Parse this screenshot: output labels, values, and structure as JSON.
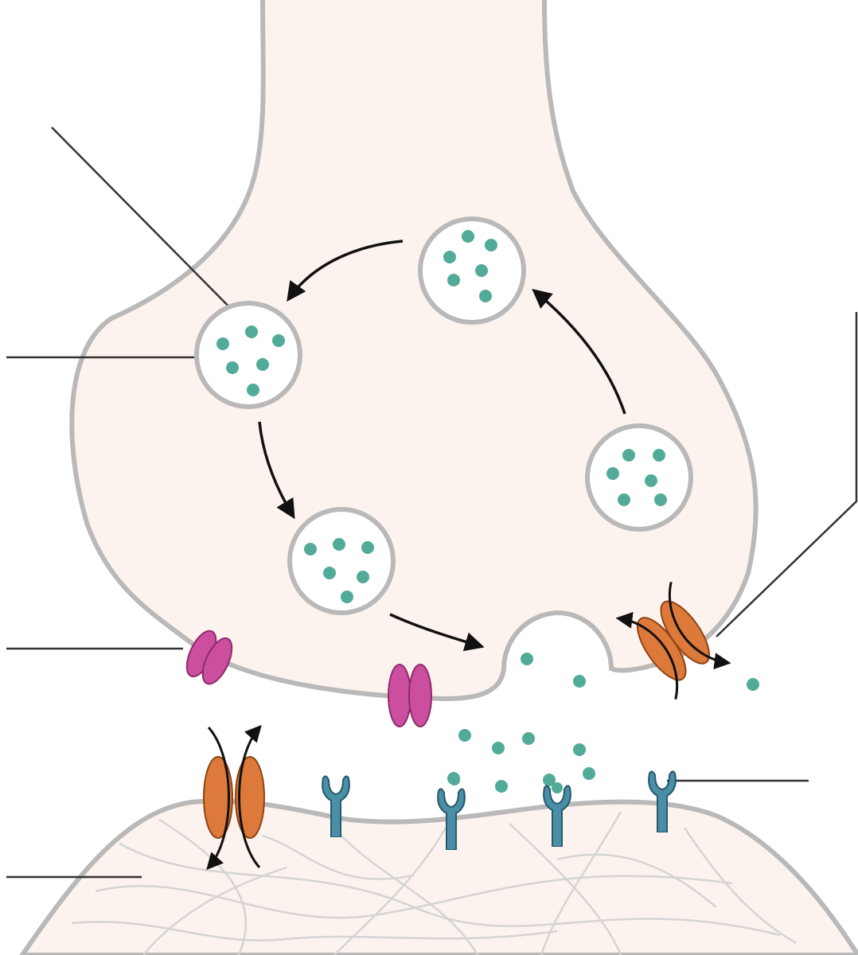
{
  "diagram": {
    "type": "synapse-unlabeled",
    "labels": [],
    "colors": {
      "background": "#ffffff",
      "cytoplasm": "#fdf3ee",
      "membrane": "#b9b9b9",
      "vesicle_fill": "#ffffff",
      "neurotransmitter": "#52ab99",
      "calcium_channel": "#cc4e9f",
      "calcium_channel_edge": "#8c2c6c",
      "ion_channel": "#dd7a3b",
      "ion_channel_edge": "#8d4414",
      "receptor": "#4b8fa6",
      "receptor_edge": "#26596b",
      "arrow": "#111111",
      "leader_line": "#333333",
      "cytoskeleton": "#d4d4d4"
    },
    "icons": [
      "synaptic-vesicle",
      "calcium-channel",
      "ion-channel",
      "receptor",
      "neurotransmitter-molecule",
      "cycle-arrow"
    ]
  }
}
